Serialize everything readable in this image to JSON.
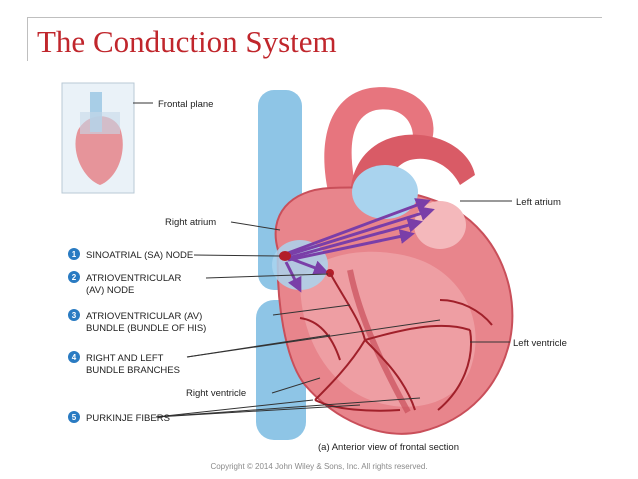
{
  "slide": {
    "title": "The Conduction System",
    "copyright": "Copyright © 2014 John Wiley & Sons, Inc. All rights reserved."
  },
  "colors": {
    "title": "#c0262c",
    "badge": "#2a7bc2",
    "myocardium": "#e8858c",
    "vessel_blue": "#8ec5e6",
    "pathway": "#7a3ea8",
    "node": "#b31e2a"
  },
  "figure": {
    "caption": "(a) Anterior view of frontal section",
    "right_labels": {
      "frontal_plane": "Frontal plane",
      "left_atrium": "Left atrium",
      "left_ventricle": "Left ventricle"
    },
    "left_labels": {
      "right_atrium": "Right atrium",
      "right_ventricle": "Right ventricle"
    },
    "numbered": [
      {
        "num": "1",
        "lines": [
          "SINOATRIAL (SA) NODE"
        ]
      },
      {
        "num": "2",
        "lines": [
          "ATRIOVENTRICULAR",
          "(AV) NODE"
        ]
      },
      {
        "num": "3",
        "lines": [
          "ATRIOVENTRICULAR (AV)",
          "BUNDLE (BUNDLE OF HIS)"
        ]
      },
      {
        "num": "4",
        "lines": [
          "RIGHT AND LEFT",
          "BUNDLE BRANCHES"
        ]
      },
      {
        "num": "5",
        "lines": [
          "PURKINJE FIBERS"
        ]
      }
    ]
  }
}
